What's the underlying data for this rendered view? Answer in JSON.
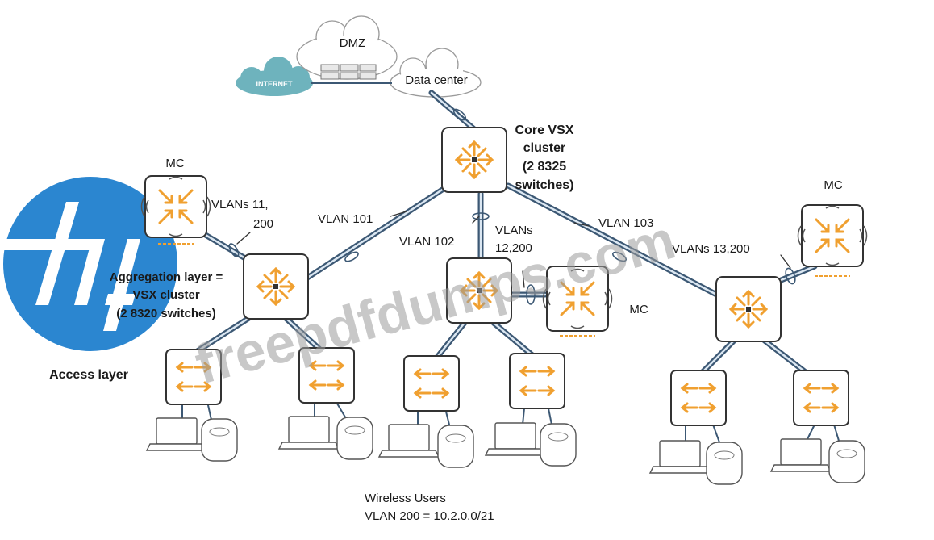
{
  "clouds": {
    "dmz": "DMZ",
    "internet": "INTERNET",
    "datacenter": "Data center"
  },
  "core": {
    "line1": "Core VSX",
    "line2": "cluster",
    "line3": "(2 8325",
    "line4": "switches)"
  },
  "aggregation": {
    "line1": "Aggregation layer =",
    "line2": "VSX cluster",
    "line3": "(2 8320 switches)"
  },
  "access_label": "Access layer",
  "mc_label": "MC",
  "vlans": {
    "left_line1": "VLANs 11,",
    "left_line2": "200",
    "vlan101": "VLAN 101",
    "vlan102": "VLAN 102",
    "mid_line1": "VLANs",
    "mid_line2": "12,200",
    "vlan103": "VLAN 103",
    "right": "VLANs 13,200"
  },
  "wireless": {
    "line1": "Wireless Users",
    "line2": "VLAN 200 = 10.2.0.0/21"
  },
  "watermark": "freepdfdumps.com",
  "colors": {
    "link": "#3c5874",
    "link_inner": "#dbe7f2",
    "arrow": "#f0a030",
    "switch_border": "#333333",
    "cloud": "#6eb3bd",
    "logo": "#2b86d0"
  }
}
